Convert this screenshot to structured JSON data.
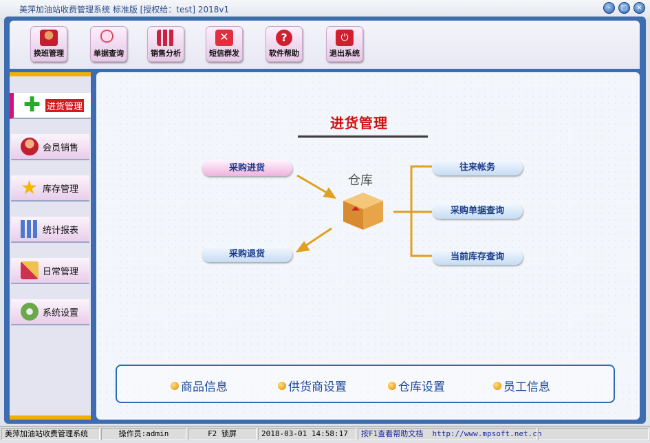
{
  "window": {
    "title": "美萍加油站收费管理系统 标准版 [授权给：test]  2018v1"
  },
  "toolbar": [
    {
      "label": "换班管理",
      "icon": "users-icon"
    },
    {
      "label": "单据查询",
      "icon": "magnifier-icon"
    },
    {
      "label": "销售分析",
      "icon": "bar-chart-icon"
    },
    {
      "label": "短信群发",
      "icon": "envelope-icon"
    },
    {
      "label": "软件帮助",
      "icon": "help-icon"
    },
    {
      "label": "退出系统",
      "icon": "power-icon"
    }
  ],
  "sidebar": [
    {
      "label": "进货管理",
      "active": true
    },
    {
      "label": "会员销售"
    },
    {
      "label": "库存管理"
    },
    {
      "label": "统计报表"
    },
    {
      "label": "日常管理"
    },
    {
      "label": "系统设置"
    }
  ],
  "main": {
    "title": "进货管理",
    "warehouse": "仓库",
    "left_buttons": [
      "采购进货",
      "采购退货"
    ],
    "right_buttons": [
      "往来帐务",
      "采购单据查询",
      "当前库存查询"
    ],
    "bottom_links": [
      "商品信息",
      "供货商设置",
      "仓库设置",
      "员工信息"
    ]
  },
  "status": {
    "app": "美萍加油站收费管理系统",
    "operator": "操作员:admin",
    "lock": "F2 锁屏",
    "datetime": "2018-03-01 14:58:17",
    "help": "按F1查看帮助文档",
    "url": "http://www.mpsoft.net.cn"
  },
  "colors": {
    "frame": "#3e6cb0",
    "accent": "#f0b000",
    "title_red": "#d01010"
  }
}
